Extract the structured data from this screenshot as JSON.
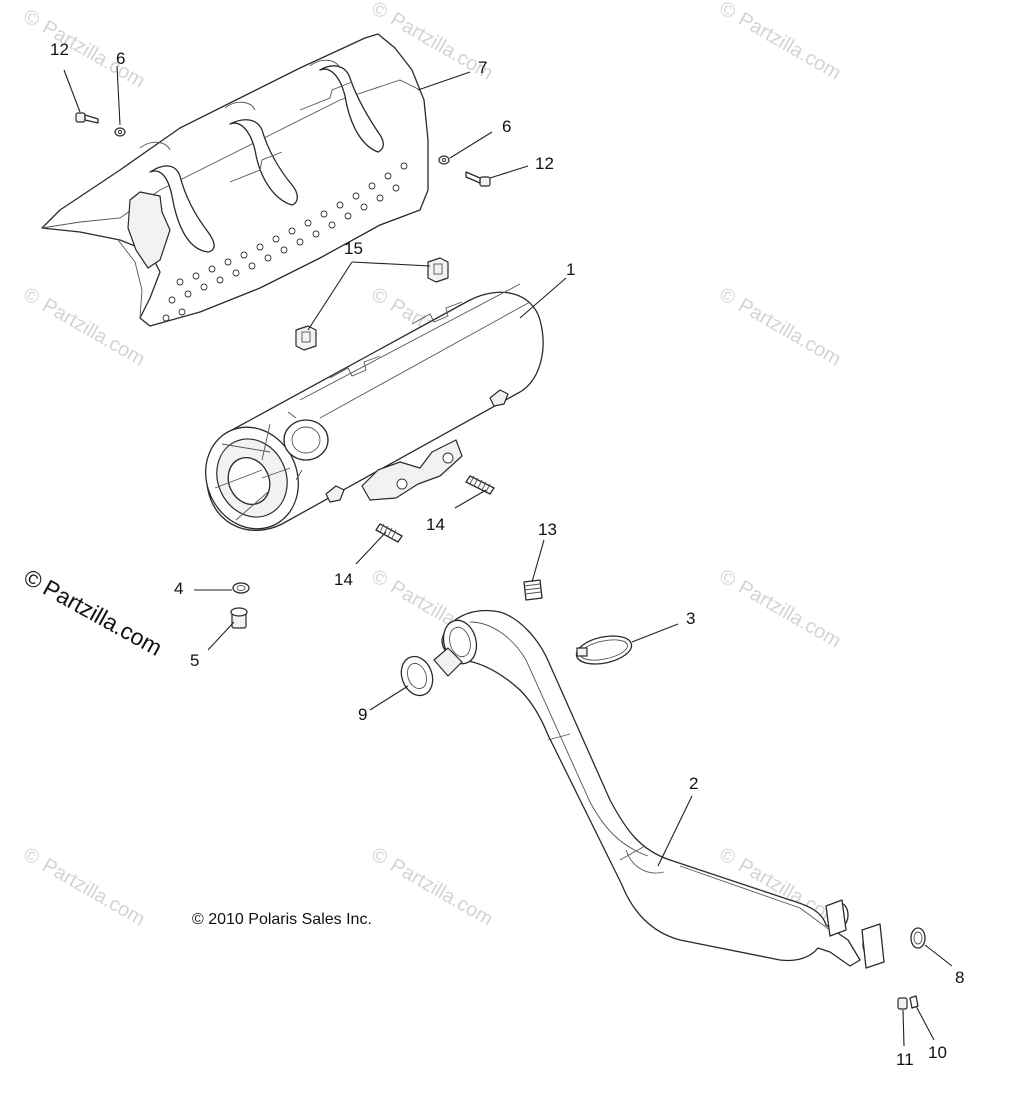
{
  "copyright": "© 2010 Polaris Sales Inc.",
  "watermark": {
    "text": "Partzilla.com",
    "big_text": "Partzilla.com",
    "symbol": "©"
  },
  "callouts": {
    "c1": "1",
    "c2": "2",
    "c3": "3",
    "c4": "4",
    "c5": "5",
    "c6a": "6",
    "c6b": "6",
    "c7": "7",
    "c8": "8",
    "c9": "9",
    "c10": "10",
    "c11": "11",
    "c12a": "12",
    "c12b": "12",
    "c13": "13",
    "c14a": "14",
    "c14b": "14",
    "c15": "15"
  },
  "colors": {
    "ink": "#111111",
    "watermark": "#d4d4d4",
    "background": "#ffffff"
  }
}
